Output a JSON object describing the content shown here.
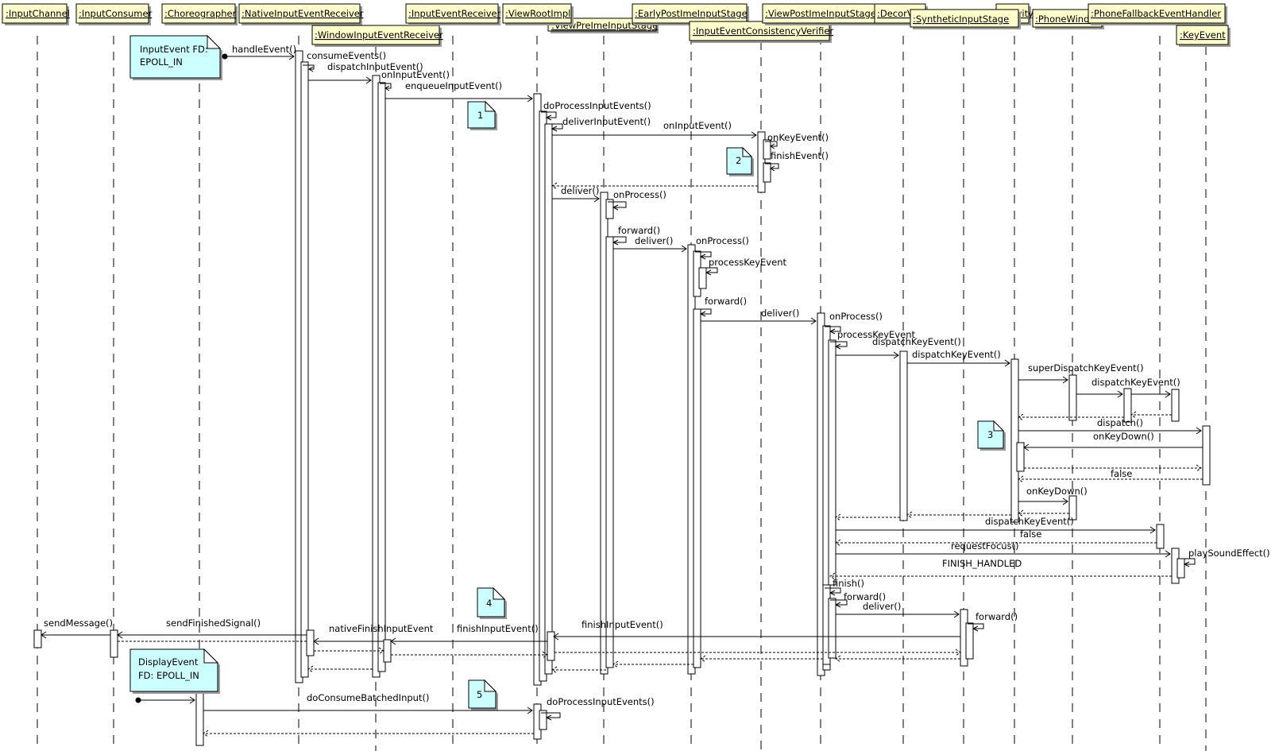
{
  "lifelines": [
    ":InputChannel",
    ":InputConsumer",
    ":Choreographer",
    ":NativeInputEventReceiver",
    ":WindowInputEventReceiver",
    ":InputEventReceiver",
    ":ViewRootImpl",
    ":ViewPreImeInputStage",
    ":EarlyPostImeInputStage",
    ":InputEventConsistencyVerifier",
    ":ViewPostImeInputStage",
    ":DecorView",
    ":SyntheticInputStage",
    ":Activity",
    ":PhoneWindow",
    ":PhoneFallbackEventHandler",
    ":KeyEvent"
  ],
  "notes": [
    {
      "lines": [
        "InputEvent FD:",
        "EPOLL_IN"
      ]
    },
    {
      "lines": [
        "1"
      ]
    },
    {
      "lines": [
        "2"
      ]
    },
    {
      "lines": [
        "3"
      ]
    },
    {
      "lines": [
        "4"
      ]
    },
    {
      "lines": [
        "DisplayEvent",
        "FD: EPOLL_IN"
      ]
    },
    {
      "lines": [
        "5"
      ]
    }
  ],
  "messages": [
    "handleEvent()",
    "consumeEvents()",
    "dispatchInputEvent()",
    "onInputEvent()",
    "enqueueInputEvent()",
    "doProcessInputEvents()",
    "deliverInputEvent()",
    "onInputEvent()",
    "onKeyEvent()",
    "finishEvent()",
    "deliver()",
    "onProcess()",
    "forward()",
    "deliver()",
    "onProcess()",
    "processKeyEvent",
    "forward()",
    "deliver()",
    "onProcess()",
    "processKeyEvent",
    "dispatchKeyEvent()",
    "dispatchKeyEvent()",
    "superDispatchKeyEvent()",
    "dispatchKeyEvent()",
    "dispatch()",
    "onKeyDown()",
    "false",
    "onKeyDown()",
    "dispatchKeyEvent()",
    "false",
    "requestFocus()",
    "playSoundEffect()",
    "FINISH_HANDLED",
    "finish()",
    "forward()",
    "deliver()",
    "forward()",
    "sendMessage()",
    "sendFinishedSignal()",
    "nativeFinishInputEvent",
    "finishInputEvent()",
    "finishInputEvent()",
    "doConsumeBatchedInput()",
    "doProcessInputEvents()"
  ]
}
